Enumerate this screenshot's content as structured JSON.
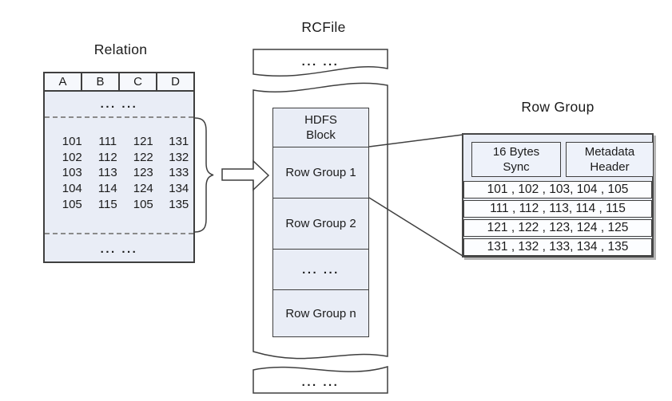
{
  "relation": {
    "title": "Relation",
    "columns": [
      "A",
      "B",
      "C",
      "D"
    ],
    "top_ellipsis": "... ...",
    "rows": [
      [
        "101",
        "111",
        "121",
        "131"
      ],
      [
        "102",
        "112",
        "122",
        "132"
      ],
      [
        "103",
        "113",
        "123",
        "133"
      ],
      [
        "104",
        "114",
        "124",
        "134"
      ],
      [
        "105",
        "115",
        "105",
        "135"
      ]
    ],
    "bottom_ellipsis": "... ..."
  },
  "rcfile": {
    "title": "RCFile",
    "top_ellipsis": "... ...",
    "hdfs_block_label": "HDFS\nBlock",
    "row_groups": [
      "Row Group 1",
      "Row Group 2"
    ],
    "middle_ellipsis": "... ...",
    "row_group_n_label": "Row Group n",
    "bottom_ellipsis": "... ..."
  },
  "row_group_detail": {
    "title": "Row Group",
    "sync_label": "16 Bytes\nSync",
    "metadata_label": "Metadata\nHeader",
    "rows": [
      "101 , 102 , 103, 104 , 105",
      "111 , 112 , 113, 114 , 115",
      "121 , 122 , 123, 124 , 125",
      "131 , 132 , 133, 134 , 135"
    ]
  },
  "colors": {
    "box_fill": "#e9edf6",
    "header_fill": "#f6f8fc",
    "head_box_fill": "#eef2fa",
    "row_fill": "#fcfdff",
    "dashed": "#8a8a8a",
    "border": "#3f3f3f"
  }
}
